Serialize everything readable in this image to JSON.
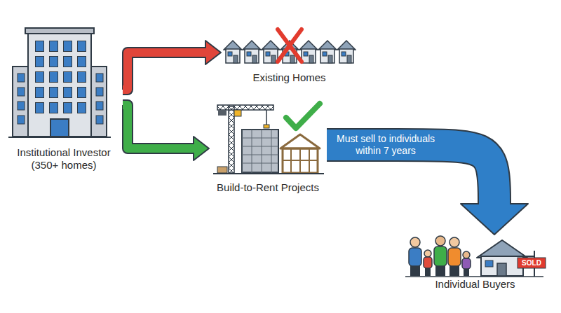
{
  "diagram": {
    "nodes": [
      {
        "text": [
          "Institutional Investor (350+ homes)"
        ]
      },
      {
        "text": [
          "Existing Homes"
        ]
      },
      {
        "text": [
          "Build-to-Rent Projects"
        ]
      },
      {
        "text": [
          "Individual Buyers"
        ]
      }
    ],
    "edges": [
      {
        "from": 0,
        "to": 1,
        "arrow": "to"
      },
      {
        "from": 0,
        "to": 2,
        "arrow": "to"
      },
      {
        "from": 2,
        "to": 3,
        "label": "Must sell to individuals within 7 years",
        "arrow": "to"
      }
    ],
    "labels": [
      "SOLD"
    ]
  }
}
